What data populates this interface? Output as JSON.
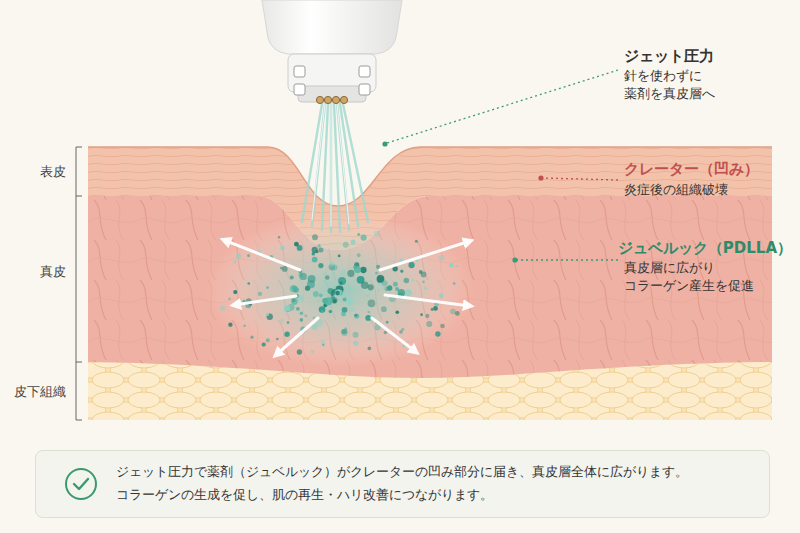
{
  "diagram": {
    "nodes": [
      {
        "text": [
          "ジェット圧力で薬剤（ジュベルック）がクレーターの凹み部分に届き、真皮層全体に広がります。",
          "コラーゲンの生成を促し、肌の再生・ハリ改善につながります。"
        ]
      }
    ],
    "labels": [
      "表皮",
      "真皮",
      "皮下組織",
      "ジェット圧力",
      "針を使わずに 薬剤を真皮層へ",
      "クレーター（凹み）",
      "炎症後の組織破壊",
      "ジュベルック（PDLLA）",
      "真皮層に広がり コラーゲン産生を促進"
    ]
  }
}
